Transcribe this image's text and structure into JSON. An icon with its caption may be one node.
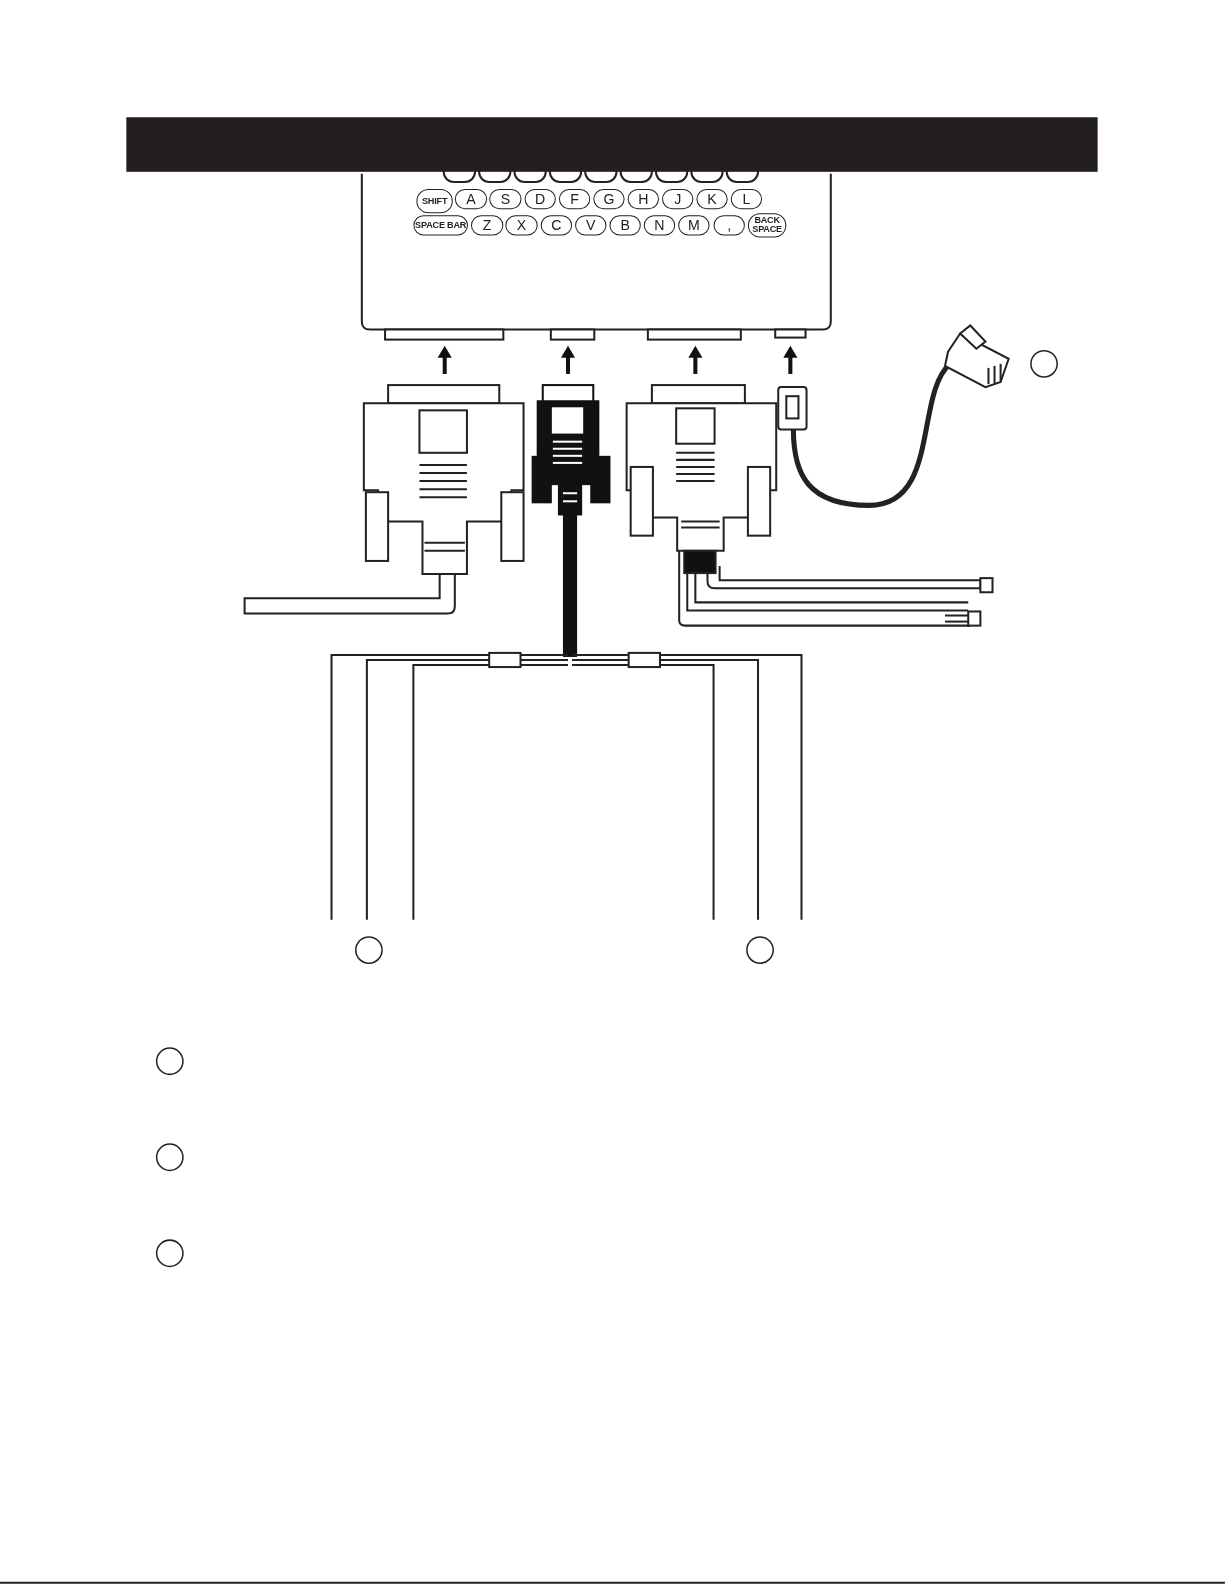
{
  "diagram": {
    "labels": [
      "SHIFT",
      "A",
      "S",
      "D",
      "F",
      "G",
      "H",
      "J",
      "K",
      "L",
      "SPACE BAR",
      "Z",
      "X",
      "C",
      "V",
      "B",
      "N",
      "M",
      ",",
      "BACK SPACE"
    ]
  }
}
